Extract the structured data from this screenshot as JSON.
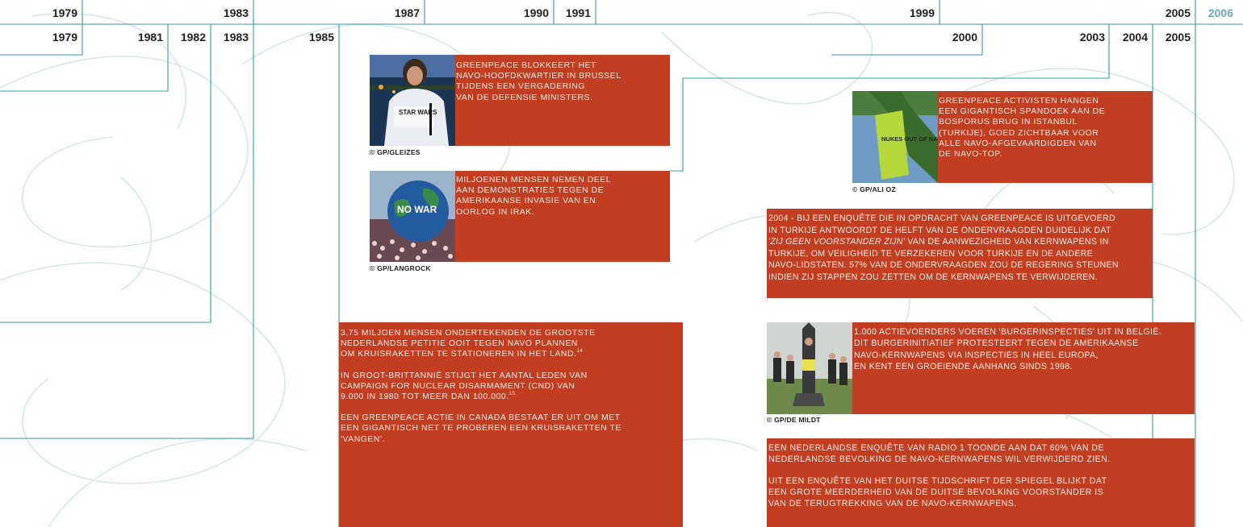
{
  "timeline": {
    "top_years": [
      "1979",
      "1983",
      "1987",
      "1990",
      "1991",
      "1999",
      "2005",
      "2006"
    ],
    "bottom_years": [
      "1979",
      "1981",
      "1982",
      "1983",
      "1985",
      "2000",
      "2003",
      "2004",
      "2005"
    ]
  },
  "colors": {
    "accent": "#c13e22",
    "line": "#3a9aa0",
    "highlight_year": "#6aaab4"
  },
  "events": {
    "navo_hq": {
      "text": [
        "GREENPEACE  BLOKKEERT HET",
        "NAVO-HOOFDKWARTIER IN BRUSSEL",
        "TIJDENS EEN VERGADERING",
        "VAN DE DEFENSIE MINISTERS."
      ],
      "credit": "© GP/GLEIZES",
      "sign_text": "STAR WARS"
    },
    "irak": {
      "text": [
        "MILJOENEN MENSEN NEMEN DEEL",
        "AAN DEMONSTRATIES TEGEN DE",
        "AMERIKAANSE INVASIE VAN EN",
        "OORLOG IN IRAK."
      ],
      "credit": "© GP/LANGROCK",
      "balloon_text": "NO WAR"
    },
    "bosporus": {
      "text": [
        "GREENPEACE ACTIVISTEN HANGEN",
        "EEN GIGANTISCH SPANDOEK AAN DE",
        "BOSPORUS BRUG IN ISTANBUL",
        "(TURKIJE), GOED ZICHTBAAR VOOR",
        "ALLE NAVO-AFGEVAARDIGDEN VAN",
        "DE NAVO-TOP."
      ],
      "credit": "© GP/ALI OZ",
      "banner_text": "NUKES OUT OF NATO"
    },
    "turkije_survey": {
      "line1": "2004 - BIJ EEN ENQUÊTE DIE IN OPDRACHT VAN GREENPEACE IS UITGEVOERD",
      "line2": "IN TURKIJE ANTWOORDT DE HELFT VAN DE ONDERVRAAGDEN DUIDELIJK DAT",
      "line3_em": "'ZIJ GEEN VOORSTANDER ZIJN'",
      "line3_rest": " VAN DE AANWEZIGHEID VAN KERNWAPENS IN",
      "line4": "TURKIJE, OM VEILIGHEID TE VERZEKEREN VOOR TURKIJE EN DE ANDERE",
      "line5": "NAVO-LIDSTATEN. 57% VAN DE ONDERVRAAGDEN ZOU DE REGERING STEUNEN",
      "line6": "INDIEN ZIJ STAPPEN ZOU ZETTEN OM DE KERNWAPENS TE VERWIJDEREN."
    },
    "petitie": {
      "p1": [
        "3,75 MILJOEN MENSEN ONDERTEKENDEN DE GROOTSTE",
        "NEDERLANDSE PETITIE OOIT TEGEN NAVO PLANNEN",
        "OM KRUISRAKETTEN TE STATIONEREN IN HET LAND."
      ],
      "p1_note": "14",
      "p2": [
        "IN GROOT-BRITTANNIË STIJGT HET AANTAL LEDEN VAN",
        "CAMPAIGN FOR NUCLEAR DISARMAMENT (CND) VAN",
        "9.000 IN 1980 TOT MEER DAN 100.000."
      ],
      "p2_note": "15",
      "p3": [
        "EEN GREENPEACE ACTIE IN CANADA BESTAAT ER UIT OM MET",
        "EEN GIGANTISCH NET TE PROBEREN EEN KRUISRAKETTEN TE",
        "'VANGEN'."
      ]
    },
    "burgerinspecties": {
      "text": [
        "1.000 ACTIEVOERDERS VOEREN 'BURGERINSPECTIES' UIT IN BELGIË.",
        "DIT BURGERINITIATIEF PROTESTEERT TEGEN DE AMERIKAANSE",
        "NAVO-KERNWAPENS VIA INSPECTIES IN HEEL EUROPA,",
        "EN KENT EEN GROEIENDE AANHANG SINDS 1998."
      ],
      "credit": "© GP/DE MILDT"
    },
    "enquetes": {
      "p1": [
        "EEN NEDERLANDSE ENQUÊTE VAN RADIO 1 TOONDE AAN DAT 60% VAN DE",
        "NEDERLANDSE BEVOLKING DE NAVO-KERNWAPENS WIL VERWIJDERD ZIEN."
      ],
      "p2": [
        "UIT EEN ENQUÊTE VAN HET DUITSE TIJDSCHRIFT DER SPIEGEL BLIJKT DAT",
        "EEN GROTE MEERDERHEID VAN DE DUITSE BEVOLKING VOORSTANDER IS",
        "VAN DE TERUGTREKKING VAN DE NAVO-KERNWAPENS."
      ]
    }
  }
}
